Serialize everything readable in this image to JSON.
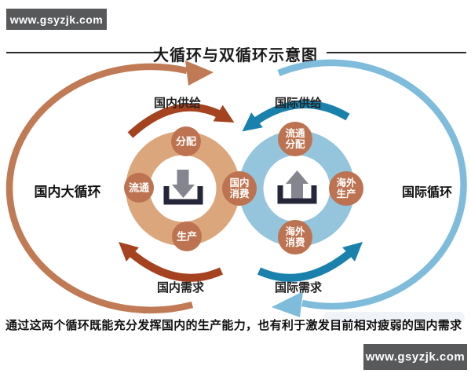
{
  "watermarks": {
    "top_left": "www.gsyzjk.com",
    "bottom_right": "www.gsyzjk.com"
  },
  "title": "大循环与双循环示意图",
  "caption": "通过这两个循环既能充分发挥国内的生产能力，也有利于激发目前相对疲弱的国内需求",
  "left_cycle": {
    "name": "国内大循环",
    "supply": "国内供给",
    "demand": "国内需求",
    "node_top": "分配",
    "node_left": "流通",
    "node_bottom": "生产"
  },
  "shared_node": {
    "line1": "国内",
    "line2": "消费"
  },
  "right_cycle": {
    "name": "国际循环",
    "supply": "国际供给",
    "demand": "国际需求",
    "node_top_line1": "流通",
    "node_top_line2": "分配",
    "node_right_line1": "海外",
    "node_right_line2": "生产",
    "node_bottom_line1": "海外",
    "node_bottom_line2": "消费"
  },
  "colors": {
    "banner_bg": "#58595b",
    "ring_domestic": "#dca67d",
    "ring_international": "#95c5dc",
    "node_badge": "#bd7351",
    "arrow_domestic": "#a5421f",
    "arrow_international": "#1a81ac",
    "loop_domestic": "#c07a55",
    "loop_international": "#7fbcdb",
    "icon_arrow": "#85858f",
    "icon_tray": "#26263a"
  }
}
